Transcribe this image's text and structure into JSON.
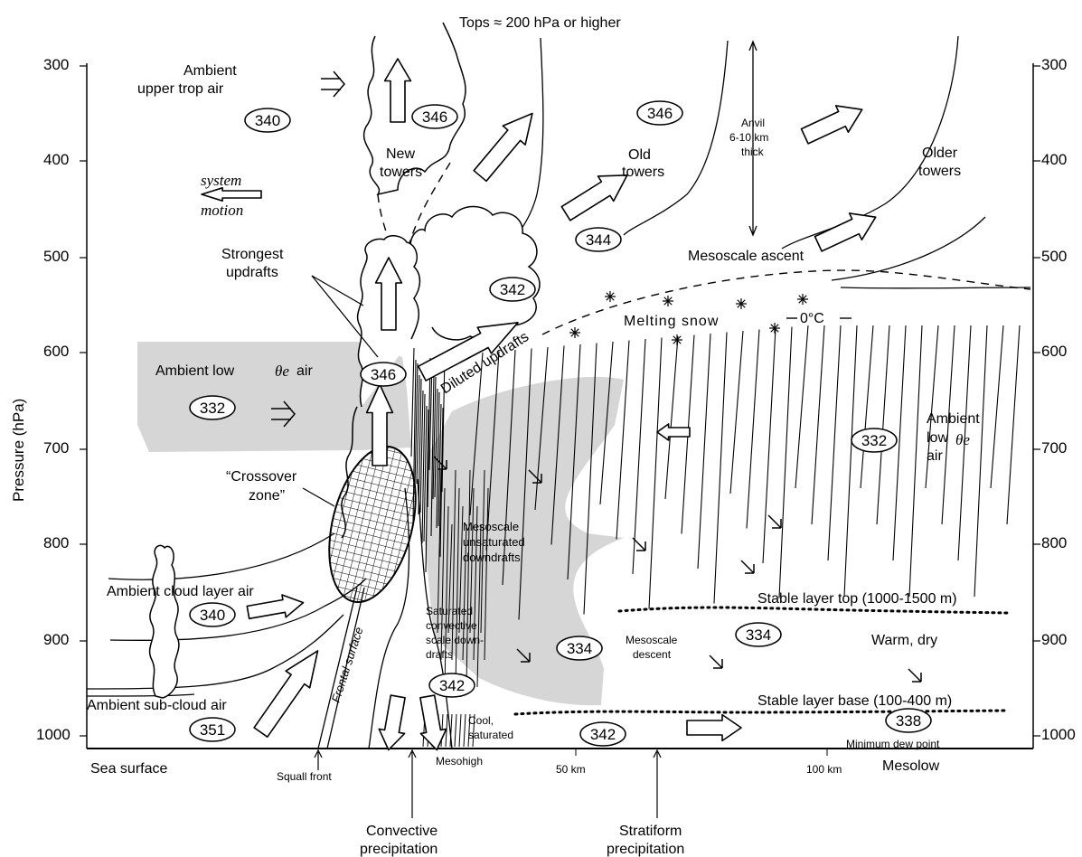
{
  "axis": {
    "ylabel": "Pressure (hPa)",
    "left_ticks": [
      "300",
      "400",
      "500",
      "600",
      "700",
      "800",
      "900",
      "1000"
    ],
    "right_ticks": [
      "300",
      "400",
      "500",
      "600",
      "700",
      "800",
      "900",
      "1000"
    ],
    "x_ticks": [
      "50 km",
      "100 km"
    ]
  },
  "labels": {
    "tops": "Tops ≈ 200 hPa or higher",
    "ambient_upper_1": "Ambient",
    "ambient_upper_2": "upper trop air",
    "new_towers_1": "New",
    "new_towers_2": "towers",
    "old_towers_1": "Old",
    "old_towers_2": "towers",
    "older_towers_1": "Older",
    "older_towers_2": "towers",
    "anvil_1": "Anvil",
    "anvil_2": "6-10 km",
    "anvil_3": "thick",
    "system_motion_1": "system",
    "system_motion_2": "motion",
    "strongest_1": "Strongest",
    "strongest_2": "updrafts",
    "mesoscale_ascent": "Mesoscale ascent",
    "melting_snow": "Melting snow",
    "zero_c": "0°C",
    "diluted_updrafts": "Diluted updrafts",
    "ambient_low_theta_left": "Ambient low",
    "theta_e": "θe",
    "air": "air",
    "ambient_low_right_1": "Ambient",
    "ambient_low_right_2": "low",
    "crossover_1": "“Crossover",
    "crossover_2": "zone”",
    "meso_unsat_1": "Mesoscale",
    "meso_unsat_2": "unsaturated",
    "meso_unsat_3": "downdrafts",
    "ambient_cloud_layer": "Ambient cloud layer air",
    "saturated_1": "Saturated",
    "saturated_2": "convective",
    "saturated_3": "scale down-",
    "saturated_4": "drafts",
    "frontal_surface": "Frontal surface",
    "stable_top": "Stable layer top (1000-1500 m)",
    "stable_base": "Stable layer base (100-400 m)",
    "mesoscale_descent_1": "Mesoscale",
    "mesoscale_descent_2": "descent",
    "warm_dry": "Warm, dry",
    "ambient_subcloud": "Ambient sub-cloud air",
    "cool_1": "Cool,",
    "cool_2": "saturated",
    "minimum_dew_point": "Minimum dew point",
    "sea_surface": "Sea surface",
    "squall_front": "Squall  front",
    "mesohigh": "Mesohigh",
    "mesolow": "Mesolow",
    "convective_1": "Convective",
    "convective_2": "precipitation",
    "stratiform_1": "Stratiform",
    "stratiform_2": "precipitation"
  },
  "theta_e_values": {
    "upper_ambient": "340",
    "new_towers": "346",
    "old_towers": "346",
    "middle_arrow": "344",
    "upper_left_core": "342",
    "core": "346",
    "left_low": "332",
    "right_low": "332",
    "cloud_layer": "340",
    "downdraft": "334",
    "stable": "334",
    "saturated_downdraft": "342",
    "bottom": "342",
    "subcloud": "351",
    "mesolow": "338"
  },
  "colors": {
    "shading": "#d6d6d6",
    "ink": "#000000"
  }
}
